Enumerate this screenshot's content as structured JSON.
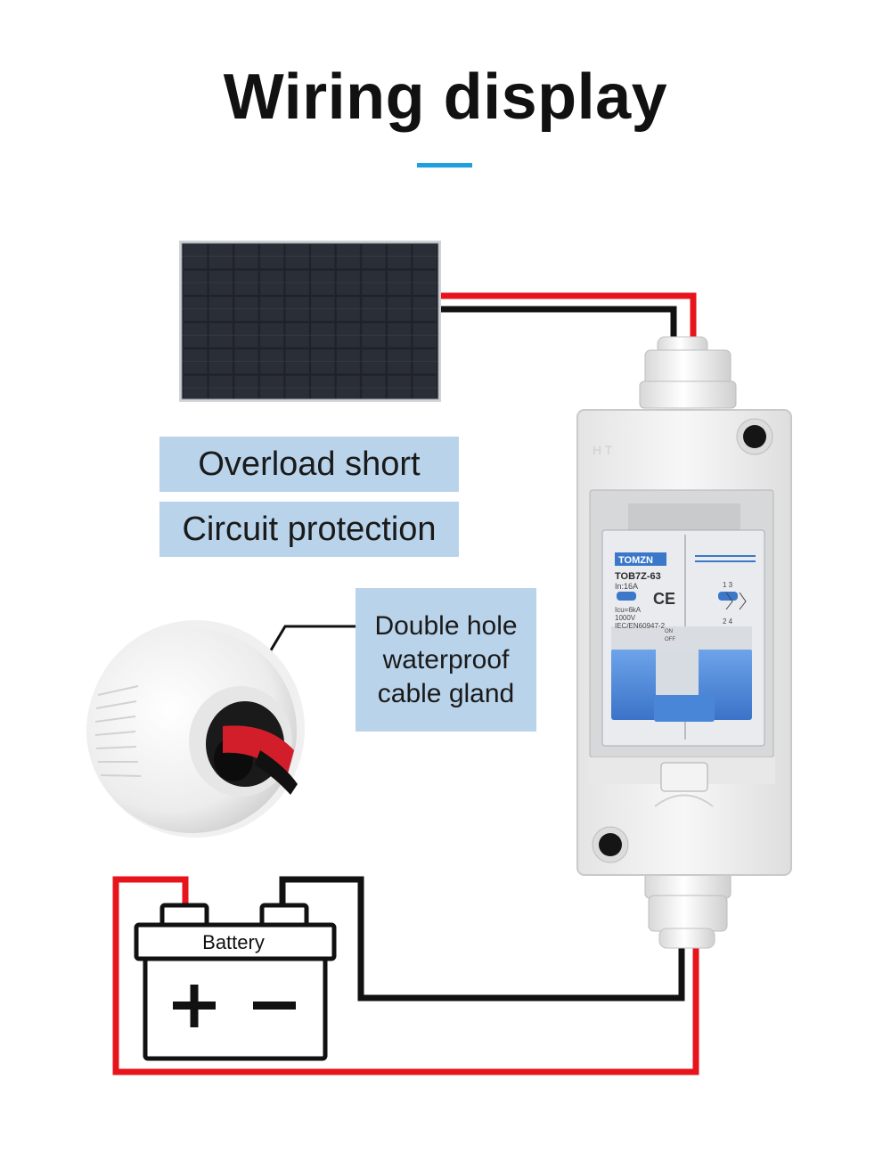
{
  "title": "Wiring display",
  "labels": {
    "overload": "Overload short",
    "circuit": "Circuit protection",
    "gland_lines": [
      "Double hole",
      "waterproof",
      "cable gland"
    ]
  },
  "battery": {
    "label": "Battery",
    "plus": "+",
    "minus": "−"
  },
  "breaker": {
    "brand": "TOMZN",
    "model": "TOB7Z-63",
    "rating": "In:16A",
    "ce": "CE",
    "icu": "Icu=6kA",
    "voltage": "1000V",
    "standard": "IEC/EN60947-2",
    "on": "ON",
    "off": "OFF",
    "terminals_top": "1  3",
    "terminals_bottom": "2  4"
  },
  "colors": {
    "accent": "#1ea0e0",
    "label_bg": "#b9d3ea",
    "wire_red": "#e8141c",
    "wire_black": "#111111",
    "breaker_blue": "#4a86d8"
  }
}
